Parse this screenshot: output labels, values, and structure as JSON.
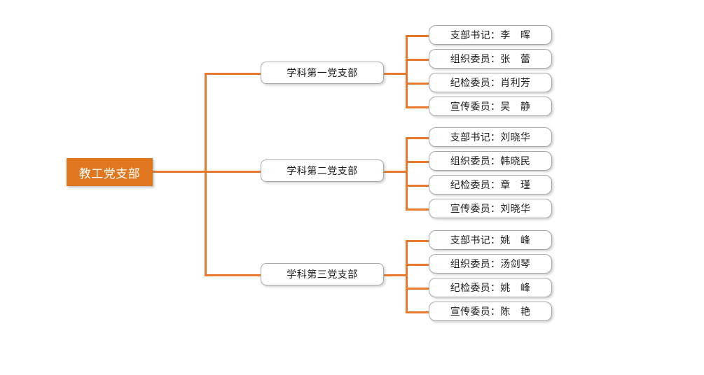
{
  "diagram": {
    "type": "org-chart",
    "orientation": "left-to-right",
    "colors": {
      "accent": "#E1771F",
      "connector": "#E8792B",
      "node_border": "#A6A6A6",
      "node_fill": "#FFFFFF",
      "root_text": "#FFFFFF",
      "node_text": "#1A1A1A",
      "background": "#FFFFFF"
    },
    "root": {
      "label": "教工党支部"
    },
    "branches": [
      {
        "label": "学科第一党支部",
        "members": [
          {
            "label": "支部书记：李　晖"
          },
          {
            "label": "组织委员：张　蕾"
          },
          {
            "label": "纪检委员：肖利芳"
          },
          {
            "label": "宣传委员：吴　静"
          }
        ]
      },
      {
        "label": "学科第二党支部",
        "members": [
          {
            "label": "支部书记：刘晓华"
          },
          {
            "label": "组织委员：韩晓民"
          },
          {
            "label": "纪检委员：章　瑾"
          },
          {
            "label": "宣传委员：刘晓华"
          }
        ]
      },
      {
        "label": "学科第三党支部",
        "members": [
          {
            "label": "支部书记：姚　峰"
          },
          {
            "label": "组织委员：汤剑琴"
          },
          {
            "label": "纪检委员：姚　峰"
          },
          {
            "label": "宣传委员：陈　艳"
          }
        ]
      }
    ]
  }
}
